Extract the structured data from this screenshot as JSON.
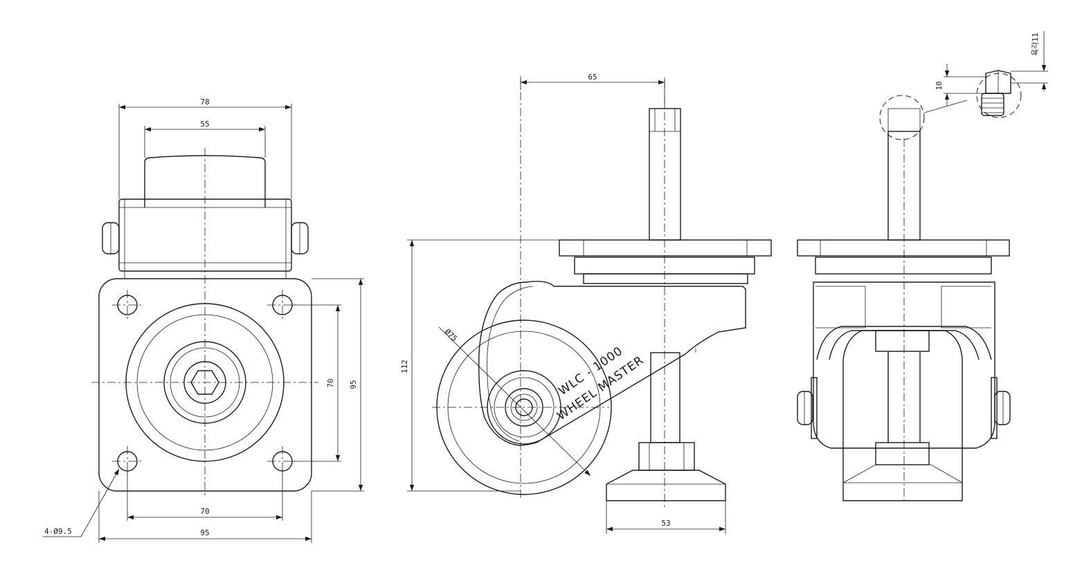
{
  "dimensions": {
    "front_width_78": "78",
    "front_width_55": "55",
    "plate_hole_spacing_v": "70",
    "plate_size_v": "95",
    "plate_hole_spacing_h": "70",
    "plate_size_h": "95",
    "hole_callout": "4-Ø9.5",
    "offset_65": "65",
    "height_112": "112",
    "wheel_dia": "Ø75",
    "pad_width_53": "53",
    "detail_10": "10",
    "detail_thread": "육각11"
  },
  "labels": {
    "model": "WLC - 1000",
    "brand": "WHEEL MASTER"
  }
}
